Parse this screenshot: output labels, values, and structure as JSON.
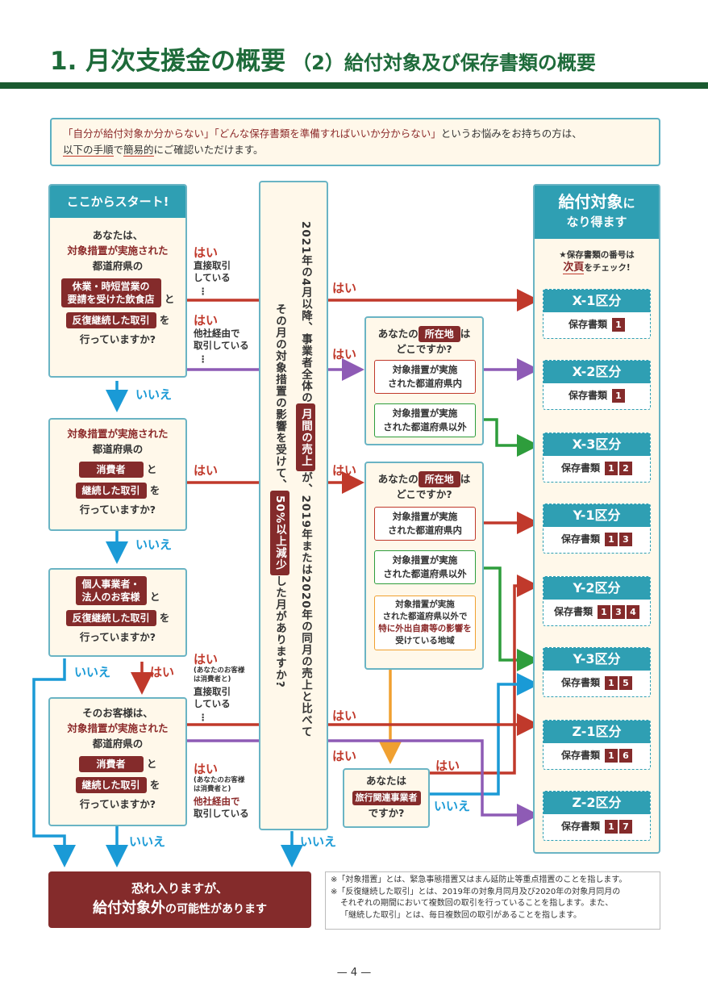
{
  "header": {
    "title_main": "1. 月次支援金の概要",
    "title_sub": "（2）給付対象及び保存書類の概要"
  },
  "intro": {
    "q1": "「自分が給付対象か分からない」",
    "q2": "「どんな保存書類を準備すればいいか分からない」",
    "rest1": "というお悩みをお持ちの方は、",
    "u1": "以下の手順",
    "mid": "で",
    "u2": "簡易的",
    "rest2": "にご確認いただけます。"
  },
  "start": {
    "banner": "ここからスタート!",
    "l1": "あなたは、",
    "l2": "対象措置が実施された",
    "l3": "都道府県の",
    "pill1a": "休業・時短営業の",
    "pill1b": "要請を受けた飲食店",
    "to": "と",
    "pill2": "反復継続した取引",
    "wo": "を",
    "end": "行っていますか?"
  },
  "q2box": {
    "l1": "対象措置が実施された",
    "l2": "都道府県の",
    "pill1": "消費者",
    "to": "と",
    "pill2": "継続した取引",
    "wo": "を",
    "end": "行っていますか?"
  },
  "q3box": {
    "pill1a": "個人事業者・",
    "pill1b": "法人のお客様",
    "to": "と",
    "pill2": "反復継続した取引",
    "wo": "を",
    "end": "行っていますか?"
  },
  "q4box": {
    "l1": "そのお客様は、",
    "l2": "対象措置が実施された",
    "l3": "都道府県の",
    "pill1": "消費者",
    "to": "と",
    "pill2": "継続した取引",
    "wo": "を",
    "end": "行っていますか?"
  },
  "labels": {
    "yes": "はい",
    "no": "いいえ",
    "direct1": "直接取引",
    "direct2": "している",
    "other1": "他社経由で",
    "other2": "取引している",
    "small1": "(あなたのお客様",
    "small2": "は消費者と)",
    "dots": "⋮"
  },
  "vcolumn": {
    "a1": "2021年の4月以降、事業者全体の",
    "pill1": "月間の売上",
    "a2": "が、2019年または2020年の同月の売上と比べて",
    "b1": "その月の対象措置の影響を受けて、",
    "pill2": "50%以上減少",
    "b2": "した月がありますか?"
  },
  "location": {
    "q_pre": "あなたの",
    "q_pill": "所在地",
    "q_post": "は",
    "q_line2": "どこですか?",
    "in1": "対象措置が実施",
    "in2": "された都道府県内",
    "out1": "対象措置が実施",
    "out2": "された都道府県以外",
    "special1": "対象措置が実施",
    "special2": "された都道府県以外で",
    "special3": "特に外出自粛等の影響を",
    "special4": "受けている地域"
  },
  "travel": {
    "l1": "あなたは",
    "pill": "旅行関連事業者",
    "l3": "ですか?"
  },
  "eligible": {
    "head1": "給付対象",
    "head1b": "に",
    "head2": "なり得ます",
    "check1": "★保存書類の番号は",
    "check2a": "次頁",
    "check2b": "をチェック!",
    "doc_label": "保存書類",
    "categories": [
      {
        "name": "X-1区分",
        "docs": [
          "1"
        ]
      },
      {
        "name": "X-2区分",
        "docs": [
          "1"
        ]
      },
      {
        "name": "X-3区分",
        "docs": [
          "1",
          "2"
        ]
      },
      {
        "name": "Y-1区分",
        "docs": [
          "1",
          "3"
        ]
      },
      {
        "name": "Y-2区分",
        "docs": [
          "1",
          "3",
          "4"
        ]
      },
      {
        "name": "Y-3区分",
        "docs": [
          "1",
          "5"
        ]
      },
      {
        "name": "Z-1区分",
        "docs": [
          "1",
          "6"
        ]
      },
      {
        "name": "Z-2区分",
        "docs": [
          "1",
          "7"
        ]
      }
    ]
  },
  "result": {
    "l1": "恐れ入りますが、",
    "l2a": "給付対象外",
    "l2b": "の可能性があります"
  },
  "footnotes": {
    "n1": "※「対象措置」とは、緊急事態措置又はまん延防止等重点措置のことを指します。",
    "n2": "※「反復継続した取引」とは、2019年の対象月同月及び2020年の対象月同月の",
    "n3": "それぞれの期間において複数回の取引を行っていることを指します。また、",
    "n4": "「継続した取引」とは、毎日複数回の取引があることを指します。"
  },
  "page": {
    "number": "— 4 —"
  },
  "colors": {
    "red": "#c0392b",
    "blue": "#1a9ad6",
    "purple": "#8e5bb5",
    "green": "#2e9d3c",
    "orange": "#f0a030",
    "teal": "#2f9fb3",
    "maroon": "#842b2b"
  }
}
